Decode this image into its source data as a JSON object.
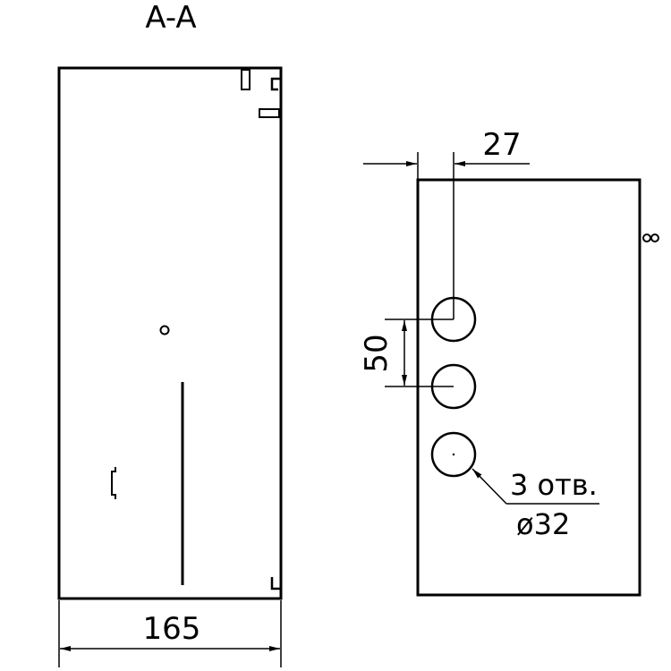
{
  "section_label": "A-A",
  "dim_width": "165",
  "dim_offset": "27",
  "dim_spacing": "50",
  "holes_count_label": "3 отв.",
  "holes_diameter_label": "ø32",
  "colors": {
    "line": "#000000",
    "background": "#ffffff"
  }
}
